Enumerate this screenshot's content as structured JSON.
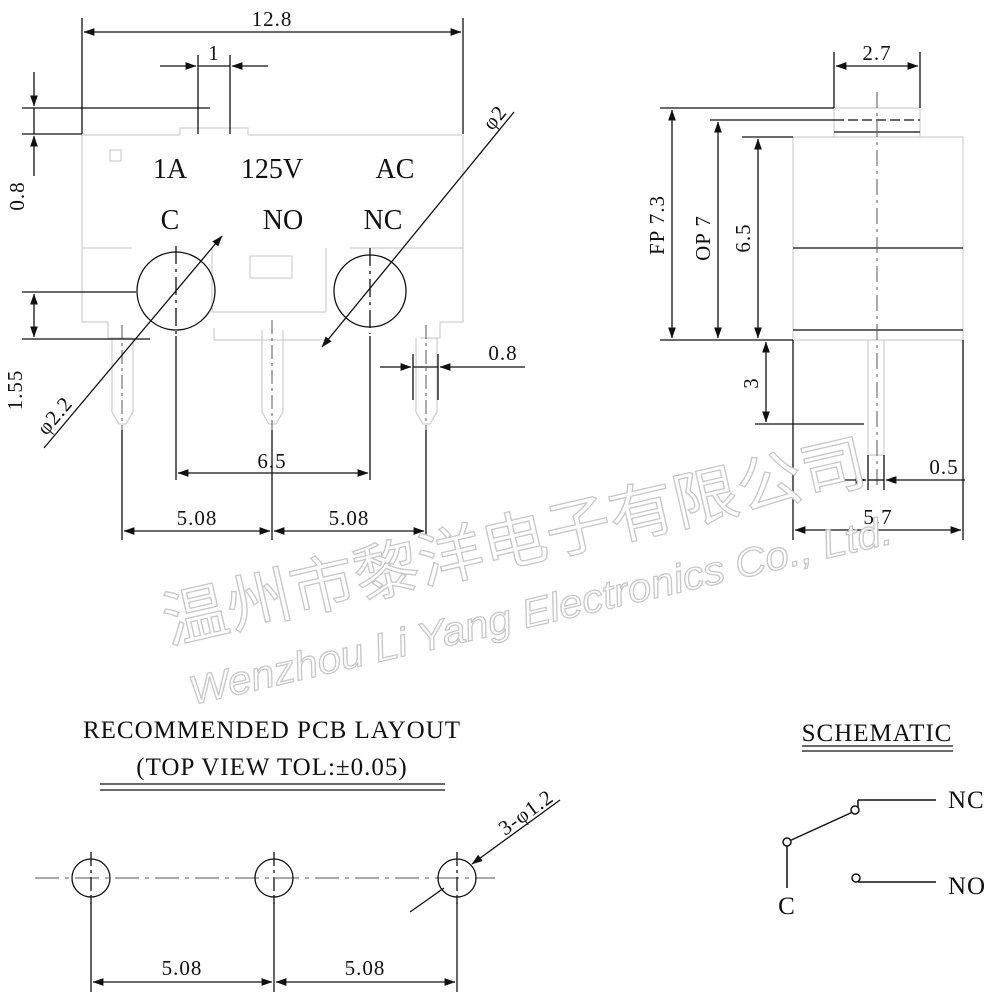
{
  "front_view": {
    "dim_width": "12.8",
    "dim_gap": "1",
    "dim_top_step": "0.8",
    "dim_pin_height": "1.55",
    "dim_hole_left": "φ2.2",
    "dim_hole_right": "φ2",
    "dim_pin_thickness": "0.8",
    "dim_pitch_center": "6.5",
    "dim_pitch_left": "5.08",
    "dim_pitch_right": "5.08",
    "rating_current": "1A",
    "rating_voltage": "125V",
    "rating_type": "AC",
    "terminal_c": "C",
    "terminal_no": "NO",
    "terminal_nc": "NC"
  },
  "side_view": {
    "dim_actuator_width": "2.7",
    "dim_fp": "FP 7.3",
    "dim_op": "OP 7",
    "dim_body_height": "6.5",
    "dim_pin_length": "3",
    "dim_pin_width": "0.5",
    "dim_body_width": "5.7"
  },
  "pcb_layout": {
    "title_line1": "RECOMMENDED PCB LAYOUT",
    "title_line2": "(TOP VIEW TOL:±0.05)",
    "dim_holes": "3-φ1.2",
    "dim_pitch_left": "5.08",
    "dim_pitch_right": "5.08"
  },
  "schematic": {
    "title": "SCHEMATIC",
    "label_nc": "NC",
    "label_no": "NO",
    "label_c": "C"
  },
  "watermark": {
    "chinese": "温州市黎洋电子有限公司",
    "english": "Wenzhou Li Yang Electronics Co., Ltd."
  }
}
